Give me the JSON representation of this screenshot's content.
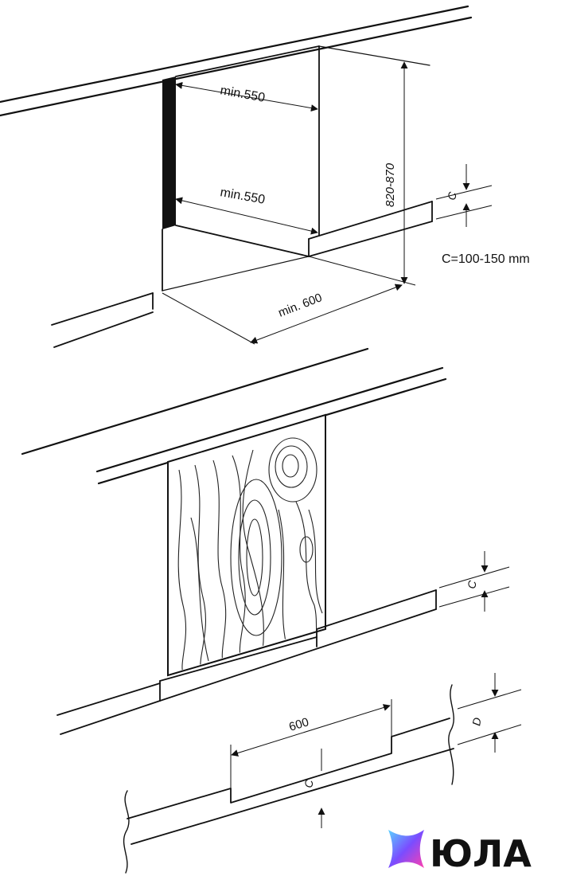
{
  "diagram": {
    "top": {
      "dim_width_upper": "min.550",
      "dim_width_lower": "min.550",
      "dim_height": "820-870",
      "dim_depth": "min. 600",
      "dim_plinth": "C",
      "plinth_note": "C=100-150 mm"
    },
    "bottom": {
      "dim_plinth": "C",
      "dim_cut_width": "600",
      "dim_cut_depth_c": "C",
      "dim_d": "D"
    }
  },
  "logo": {
    "text": "ЮЛА",
    "colors": {
      "mark_top": "#5ad1ff",
      "mark_mid": "#7a4dff",
      "mark_bottom": "#ff3fae"
    }
  }
}
